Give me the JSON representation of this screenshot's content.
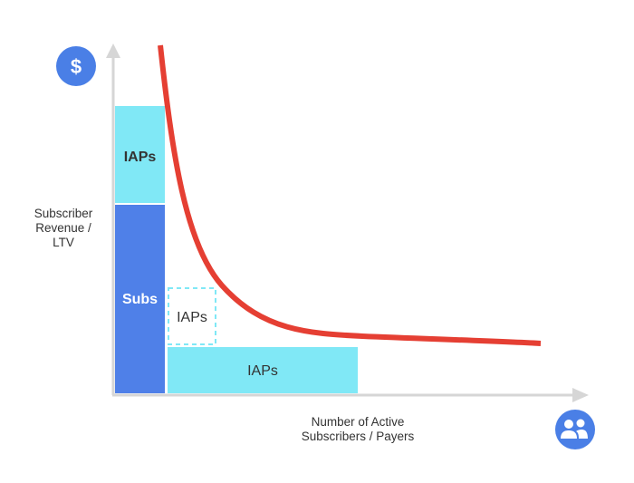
{
  "colors": {
    "axis": "#d6d6d6",
    "subs": "#4f80e8",
    "iaps": "#80e8f6",
    "curve": "#e53f33",
    "icon_bg": "#4a7fe6",
    "icon_fg": "#ffffff",
    "text": "#333333"
  },
  "icons": {
    "y_axis_icon": "dollar-icon",
    "x_axis_icon": "people-icon"
  },
  "y_icon_symbol": "$",
  "y_axis_label": [
    "Subscriber",
    "Revenue /",
    "LTV"
  ],
  "x_axis_label": [
    "Number of Active",
    "Subscribers / Payers"
  ],
  "blocks": {
    "top_iaps": "IAPs",
    "subs": "Subs",
    "dashed_iaps": "IAPs",
    "bottom_iaps": "IAPs"
  }
}
